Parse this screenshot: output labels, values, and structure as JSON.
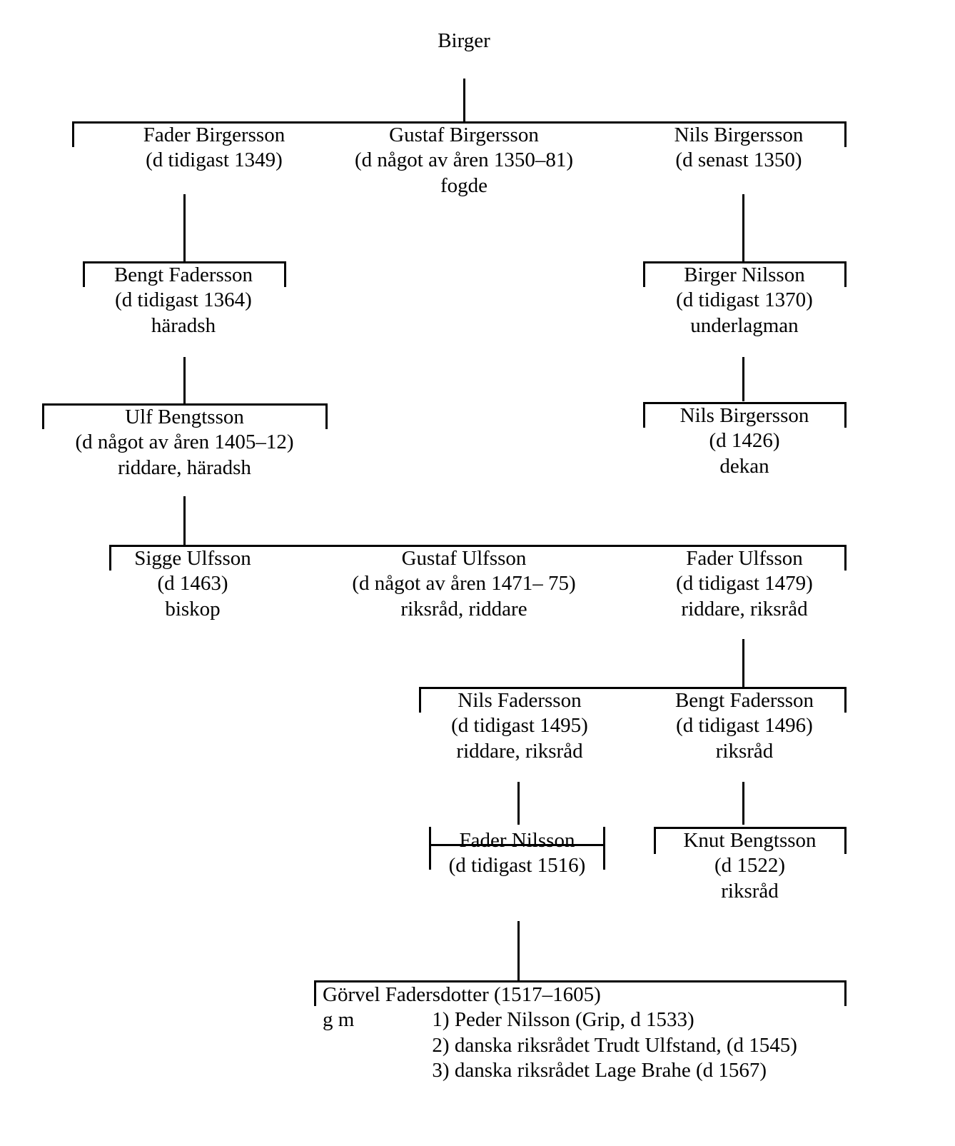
{
  "diagram": {
    "title": "Birger family genealogy",
    "line_color": "#000000",
    "background": "#ffffff"
  },
  "nodes": {
    "birger": {
      "name": "Birger"
    },
    "fader_birgersson": {
      "name": "Fader Birgersson",
      "death": "(d tidigast 1349)"
    },
    "gustaf_birgersson": {
      "name": "Gustaf Birgersson",
      "death": "(d något av åren 1350–81)",
      "title": "fogde"
    },
    "nils_birgersson_1": {
      "name": "Nils Birgersson",
      "death": "(d senast 1350)"
    },
    "bengt_fadersson_1": {
      "name": "Bengt Fadersson",
      "death": "(d tidigast 1364)",
      "title": "häradsh"
    },
    "birger_nilsson": {
      "name": "Birger Nilsson",
      "death": "(d tidigast 1370)",
      "title": "underlagman"
    },
    "ulf_bengtsson": {
      "name": "Ulf Bengtsson",
      "death": "(d något av åren 1405–12)",
      "title": "riddare, häradsh"
    },
    "nils_birgersson_2": {
      "name": "Nils Birgersson",
      "death": "(d 1426)",
      "title": "dekan"
    },
    "sigge_ulfsson": {
      "name": "Sigge Ulfsson",
      "death": "(d 1463)",
      "title": "biskop"
    },
    "gustaf_ulfsson": {
      "name": "Gustaf Ulfsson",
      "death": "(d något av åren 1471– 75)",
      "title": "riksråd, riddare"
    },
    "fader_ulfsson": {
      "name": "Fader Ulfsson",
      "death": "(d tidigast 1479)",
      "title": "riddare, riksråd"
    },
    "nils_fadersson": {
      "name": "Nils Fadersson",
      "death": "(d tidigast 1495)",
      "title": "riddare, riksråd"
    },
    "bengt_fadersson_2": {
      "name": "Bengt Fadersson",
      "death": "(d tidigast 1496)",
      "title": "riksråd"
    },
    "fader_nilsson": {
      "name": "Fader Nilsson",
      "death": "(d tidigast 1516)"
    },
    "knut_bengtsson": {
      "name": "Knut Bengtsson",
      "death": "(d 1522)",
      "title": "riksråd"
    },
    "gorvel_fadersdotter": {
      "name": "Görvel Fadersdotter (1517–1605)",
      "marriage_label": "g m",
      "spouses": [
        "1) Peder Nilsson (Grip, d 1533)",
        "2) danska riksrådet Trudt Ulfstand, (d 1545)",
        "3) danska riksrådet Lage Brahe (d 1567)"
      ]
    }
  }
}
